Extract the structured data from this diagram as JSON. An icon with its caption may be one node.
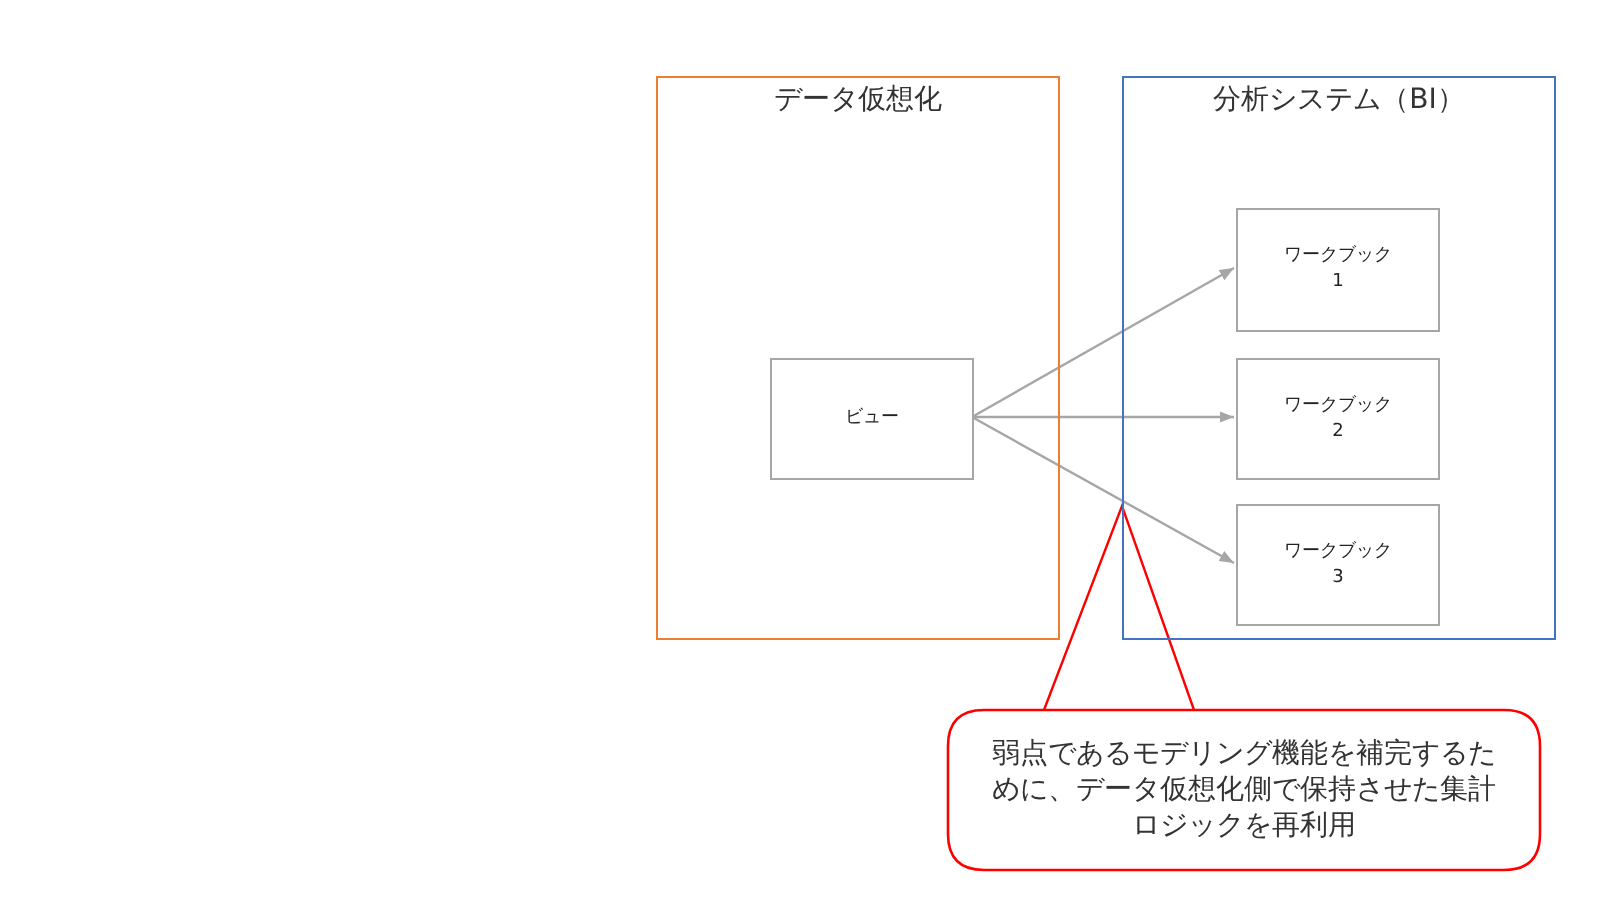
{
  "diagram": {
    "nodes": [
      {
        "text": [
          "データ仮想化"
        ]
      },
      {
        "text": [
          "ビュー"
        ],
        "in": 0
      },
      {
        "text": [
          "分析システム（BI）"
        ]
      },
      {
        "text": [
          "ワークブック 1"
        ],
        "in": 2
      },
      {
        "text": [
          "ワークブック 2"
        ],
        "in": 2
      },
      {
        "text": [
          "ワークブック 3"
        ],
        "in": 2
      },
      {
        "text": [
          "弱点であるモデリング機能を補完するために、データ仮想化側で保持させた集計ロジックを再利用"
        ]
      }
    ],
    "edges": [
      {
        "from": 1,
        "to": 3,
        "arrow": "to"
      },
      {
        "from": 1,
        "to": 4,
        "arrow": "to"
      },
      {
        "from": 1,
        "to": 5,
        "arrow": "to"
      },
      {
        "from": 6,
        "to": null,
        "arrow": "none",
        "color": "#ff0000"
      }
    ]
  }
}
